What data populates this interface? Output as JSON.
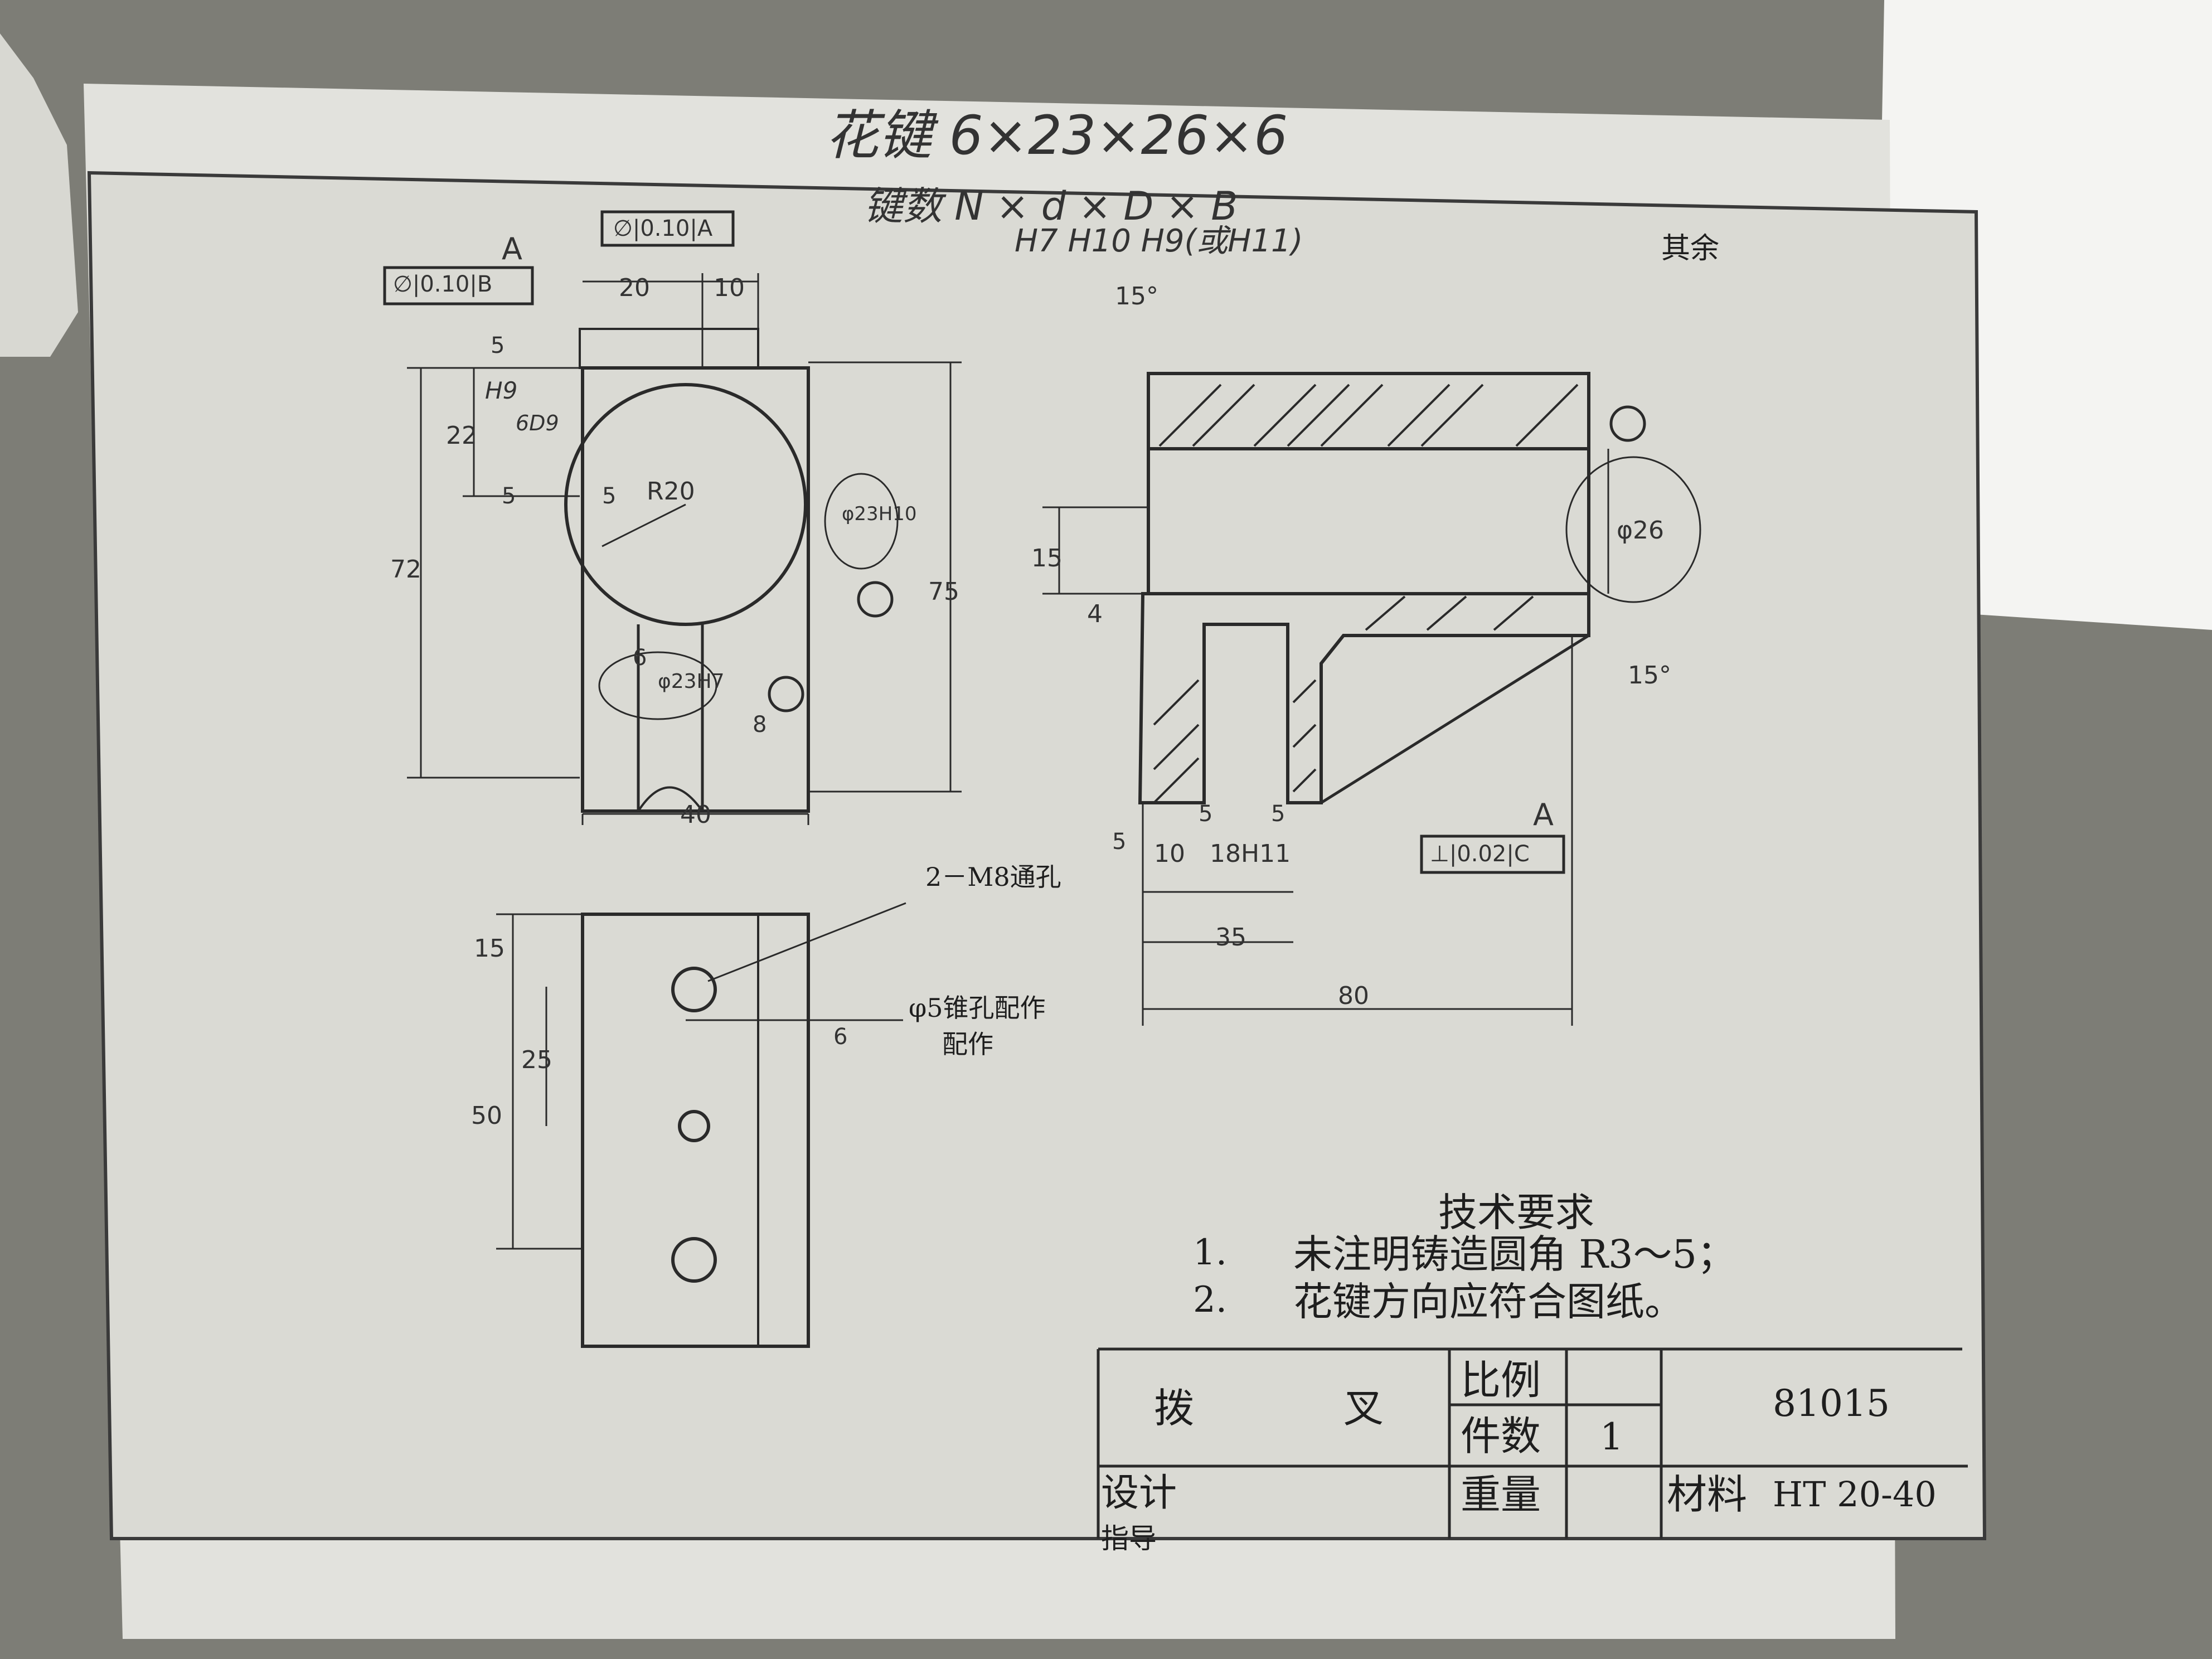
{
  "handwritten": {
    "spline_spec": "花键 6×23×26×6",
    "spline_params": "键数 N × d × D × B",
    "spline_fits": "H7  H10  H9(或H11)"
  },
  "roughness_other": "其余",
  "dimensions_front": {
    "d20": "20",
    "d10_top": "10",
    "d22": "22",
    "d72": "72",
    "d75": "75",
    "d40": "40",
    "d5a": "5",
    "d5b": "5",
    "d5c": "5",
    "d6": "6",
    "d8": "8",
    "r20": "R20",
    "phi23": "φ23H7",
    "phi23b": "φ23H10",
    "h9": "H9",
    "six": "6D9"
  },
  "tolerance_boxes": [
    "∅|0.10|A",
    "∅|0.10|B",
    "⊥|0.02|C"
  ],
  "datums": [
    "A",
    "A"
  ],
  "dimensions_side": {
    "ang15a": "15°",
    "ang15b": "15°",
    "d15": "15",
    "d4": "4",
    "phi26": "φ26",
    "d10": "10",
    "d18": "18H11",
    "d35": "35",
    "d80": "80",
    "r5a": "5",
    "r5b": "5",
    "r5c": "5"
  },
  "dimensions_bottom": {
    "d15": "15",
    "d25": "25",
    "d50": "50",
    "d6": "6"
  },
  "callouts": {
    "m8": "2－M8通孔",
    "pin": "φ5锥孔配作",
    "pin2": "配作"
  },
  "tech_req": {
    "title": "技术要求",
    "items": [
      {
        "num": "1.",
        "text": "未注明铸造圆角 R3～5；"
      },
      {
        "num": "2.",
        "text": "花键方向应符合图纸。"
      }
    ]
  },
  "title_block": {
    "part_name_a": "拨",
    "part_name_b": "叉",
    "scale_label": "比例",
    "qty_label": "件数",
    "qty_value": "1",
    "drawing_no": "81015",
    "design_label": "设计",
    "weight_label": "重量",
    "material_label": "材料",
    "material_value": "HT 20-40",
    "check_label": "指导"
  },
  "colors": {
    "paper": "#e2e2dd",
    "ink": "#2a2a2a",
    "background": "#7d7d76"
  }
}
